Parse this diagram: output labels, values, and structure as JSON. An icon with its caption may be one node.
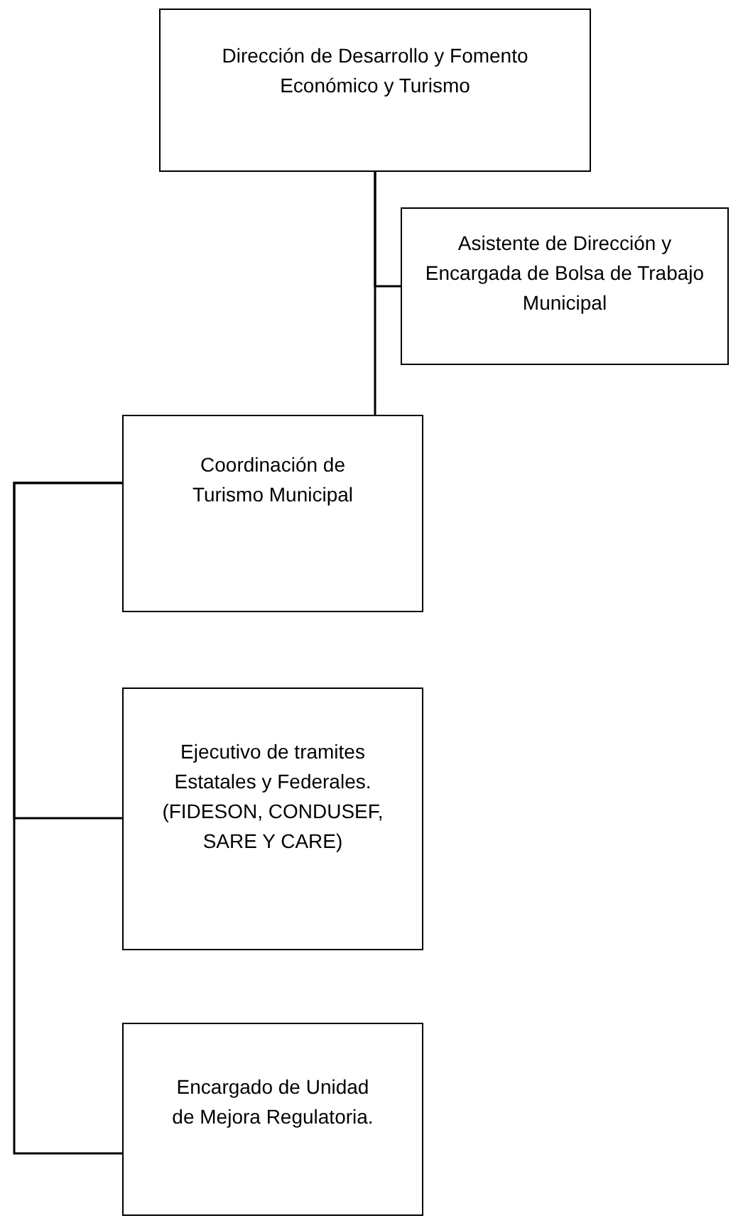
{
  "diagram": {
    "nodes": [
      {
        "text": [
          "Dirección de Desarrollo y Fomento Económico y Turismo"
        ]
      },
      {
        "text": [
          "Asistente de Dirección y Encargada de Bolsa de Trabajo Municipal"
        ]
      },
      {
        "text": [
          "Coordinación de Turismo Municipal"
        ]
      },
      {
        "text": [
          "Ejecutivo de tramites Estatales y Federales. (FIDESON, CONDUSEF, SARE Y CARE)"
        ]
      },
      {
        "text": [
          "Encargado de Unidad de Mejora Regulatoria."
        ]
      }
    ],
    "edges": [
      {
        "from": 0,
        "to": 1,
        "arrow": "none"
      },
      {
        "from": 0,
        "to": 2,
        "arrow": "none"
      },
      {
        "from": 2,
        "to": 3,
        "arrow": "none"
      },
      {
        "from": 2,
        "to": 4,
        "arrow": "none"
      }
    ]
  }
}
